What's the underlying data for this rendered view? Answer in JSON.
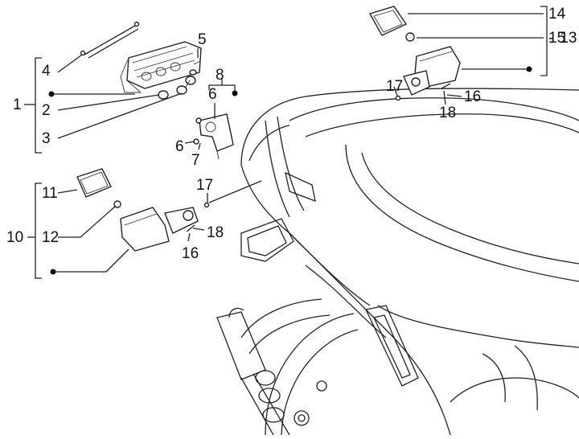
{
  "callouts": {
    "c1": "1",
    "c2": "2",
    "c3": "3",
    "c4": "4",
    "c5": "5",
    "c6a": "6",
    "c6b": "6",
    "c7": "7",
    "c8": "8",
    "c10": "10",
    "c11": "11",
    "c12": "12",
    "c13": "13",
    "c14": "14",
    "c15": "15",
    "c16a": "16",
    "c16b": "16",
    "c17a": "17",
    "c17b": "17",
    "c18a": "18",
    "c18b": "18"
  },
  "colors": {
    "line": "#222222",
    "background": "#ffffff"
  }
}
